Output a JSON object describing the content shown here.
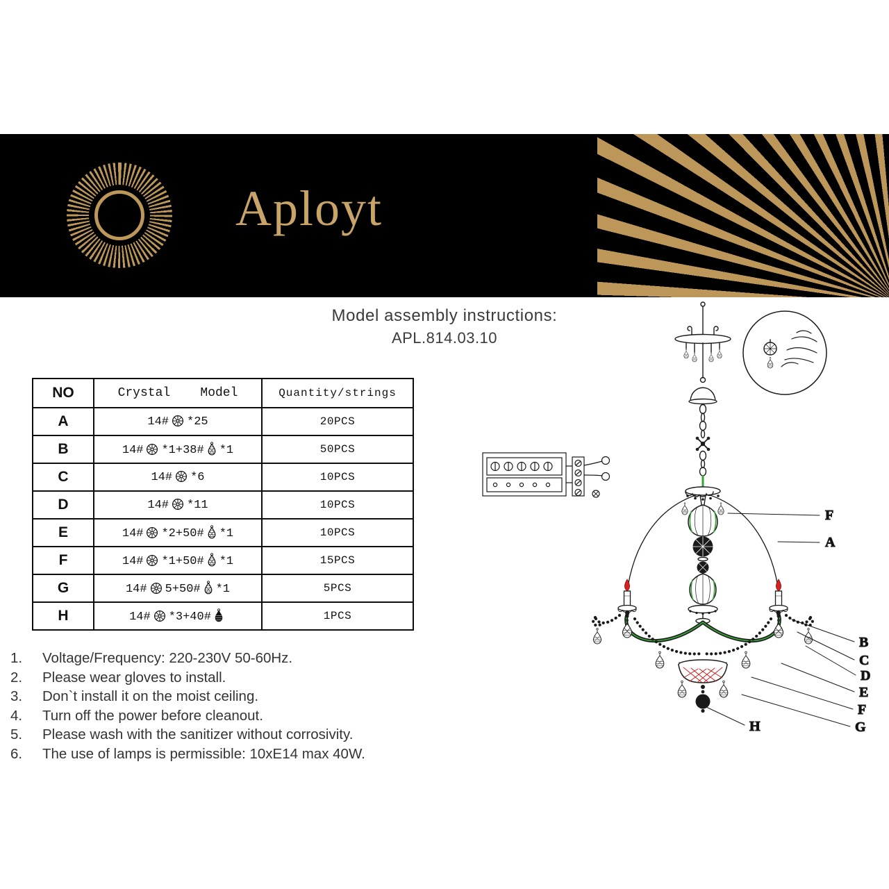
{
  "banner": {
    "brand": "Aployt"
  },
  "title": {
    "line1": "Model assembly instructions:",
    "line2": "APL.814.03.10"
  },
  "table": {
    "headers": {
      "no": "NO",
      "model": "Crystal    Model",
      "qty": "Quantity/strings"
    },
    "rows": [
      {
        "no": "A",
        "p1": "14#",
        "p2": "*25",
        "p3": "",
        "qty": "20PCS"
      },
      {
        "no": "B",
        "p1": "14#",
        "p2": "*1+38#",
        "p3": "*1",
        "qty": "50PCS"
      },
      {
        "no": "C",
        "p1": "14#",
        "p2": "*6",
        "p3": "",
        "qty": "10PCS"
      },
      {
        "no": "D",
        "p1": "14#",
        "p2": "*11",
        "p3": "",
        "qty": "10PCS"
      },
      {
        "no": "E",
        "p1": "14#",
        "p2": "*2+50#",
        "p3": "*1",
        "qty": "10PCS"
      },
      {
        "no": "F",
        "p1": "14#",
        "p2": "*1+50#",
        "p3": "*1",
        "qty": "15PCS"
      },
      {
        "no": "G",
        "p1": "14#",
        "p2": "5+50#",
        "p3": "*1",
        "qty": "5PCS"
      },
      {
        "no": "H",
        "p1": "14#",
        "p2": "*3+40#",
        "p3": "",
        "qty": "1PCS"
      }
    ]
  },
  "notes": [
    {
      "num": "1.",
      "text": "Voltage/Frequency: 220-230V 50-60Hz."
    },
    {
      "num": "2.",
      "text": "Please wear gloves to install."
    },
    {
      "num": "3.",
      "text": "Don`t install it on the moist ceiling."
    },
    {
      "num": "4.",
      "text": "Turn off the power before cleanout."
    },
    {
      "num": "5.",
      "text": "Please wash with the sanitizer without corrosivity."
    },
    {
      "num": "6.",
      "text": "The use of lamps is permissible: 10xE14 max 40W."
    }
  ],
  "diagram": {
    "labels": {
      "f_top": "F",
      "a": "A",
      "b": "B",
      "c": "C",
      "d": "D",
      "e": "E",
      "f_bottom": "F",
      "g": "G",
      "h": "H"
    }
  },
  "colors": {
    "gold": "#bd9659",
    "green": "#3aa13a",
    "red": "#cc2020",
    "ink": "#1a1a1a"
  }
}
